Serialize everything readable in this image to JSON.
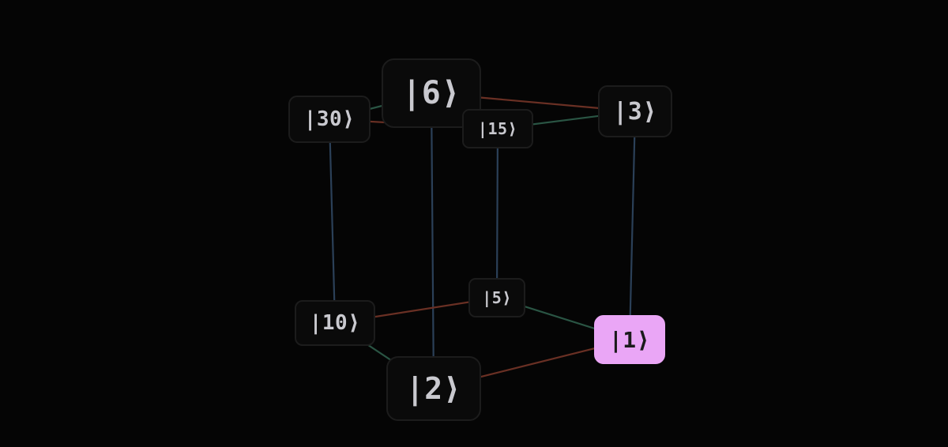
{
  "colors": {
    "background": "#050505",
    "node_fill": "#0a0a0a",
    "node_border": "#1c1c1c",
    "node_text": "#c9c9cf",
    "active_fill": "#eaa6f6",
    "active_text": "#1b1b1b",
    "edge_blue": "#2b4058",
    "edge_red": "#6a3024",
    "edge_green": "#2a5544"
  },
  "nodes": [
    {
      "id": "n6",
      "label": "|6⟩",
      "active": false
    },
    {
      "id": "n30",
      "label": "|30⟩",
      "active": false
    },
    {
      "id": "n3",
      "label": "|3⟩",
      "active": false
    },
    {
      "id": "n15",
      "label": "|15⟩",
      "active": false
    },
    {
      "id": "n5",
      "label": "|5⟩",
      "active": false
    },
    {
      "id": "n10",
      "label": "|10⟩",
      "active": false
    },
    {
      "id": "n1",
      "label": "|1⟩",
      "active": true
    },
    {
      "id": "n2",
      "label": "|2⟩",
      "active": false
    }
  ],
  "edges": [
    {
      "from": "n30",
      "to": "n10",
      "color": "blue"
    },
    {
      "from": "n6",
      "to": "n2",
      "color": "blue"
    },
    {
      "from": "n15",
      "to": "n5",
      "color": "blue"
    },
    {
      "from": "n3",
      "to": "n1",
      "color": "blue"
    },
    {
      "from": "n30",
      "to": "n6",
      "color": "green"
    },
    {
      "from": "n15",
      "to": "n3",
      "color": "green"
    },
    {
      "from": "n5",
      "to": "n1",
      "color": "green"
    },
    {
      "from": "n10",
      "to": "n2",
      "color": "green"
    },
    {
      "from": "n30",
      "to": "n15",
      "color": "red"
    },
    {
      "from": "n6",
      "to": "n3",
      "color": "red"
    },
    {
      "from": "n10",
      "to": "n5",
      "color": "red"
    },
    {
      "from": "n2",
      "to": "n1",
      "color": "red"
    }
  ]
}
